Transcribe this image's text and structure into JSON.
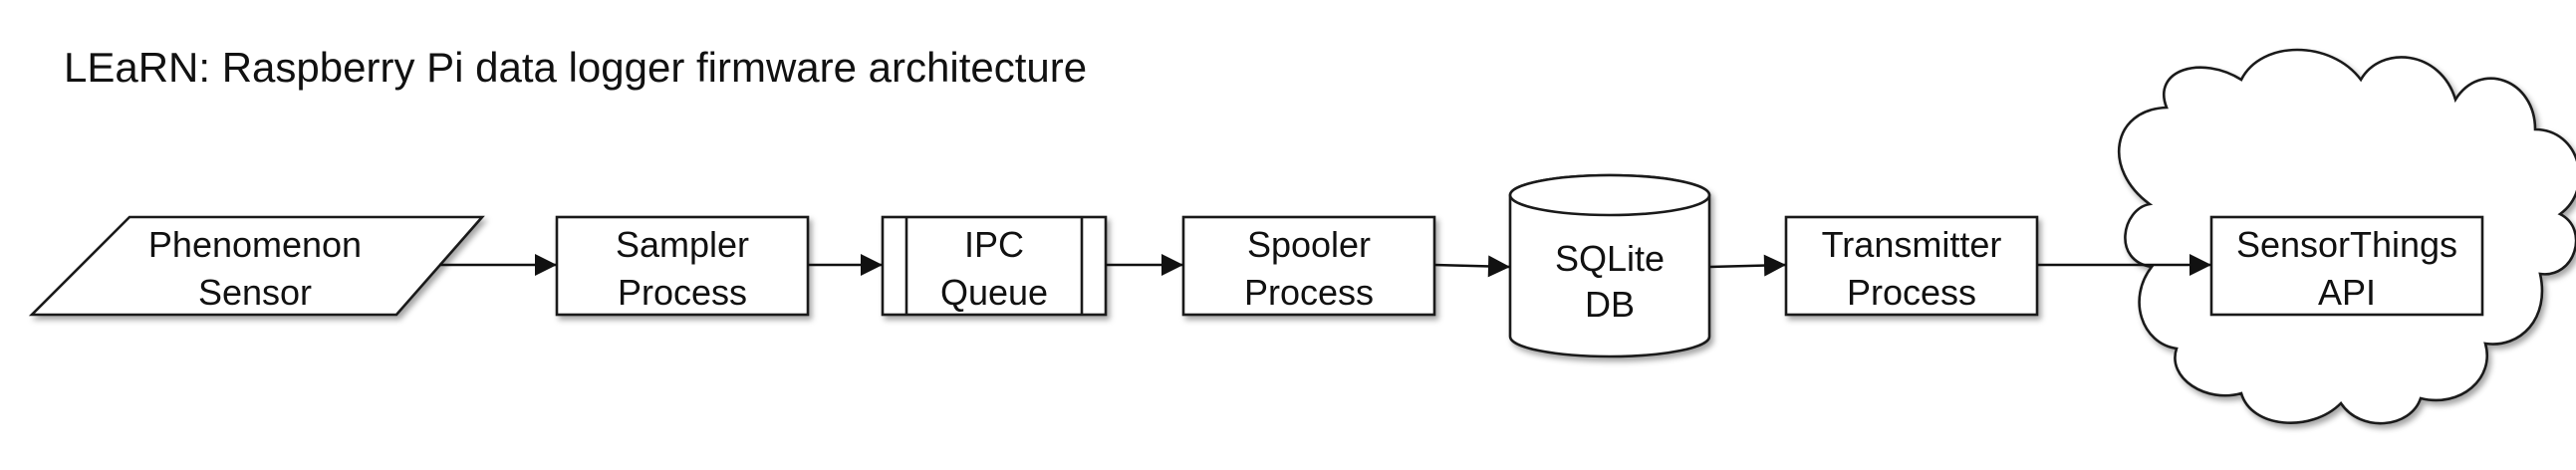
{
  "title": "LEaRN: Raspberry Pi data logger firmware architecture",
  "nodes": {
    "sensor": {
      "line1": "Phenomenon",
      "line2": "Sensor"
    },
    "sampler": {
      "line1": "Sampler",
      "line2": "Process"
    },
    "queue": {
      "line1": "IPC",
      "line2": "Queue"
    },
    "spooler": {
      "line1": "Spooler",
      "line2": "Process"
    },
    "db": {
      "line1": "SQLite",
      "line2": "DB"
    },
    "transmitter": {
      "line1": "Transmitter",
      "line2": "Process"
    },
    "api": {
      "line1": "SensorThings",
      "line2": "API"
    }
  },
  "colors": {
    "stroke": "#1a1a1a",
    "fill": "#ffffff",
    "text": "#111111"
  }
}
